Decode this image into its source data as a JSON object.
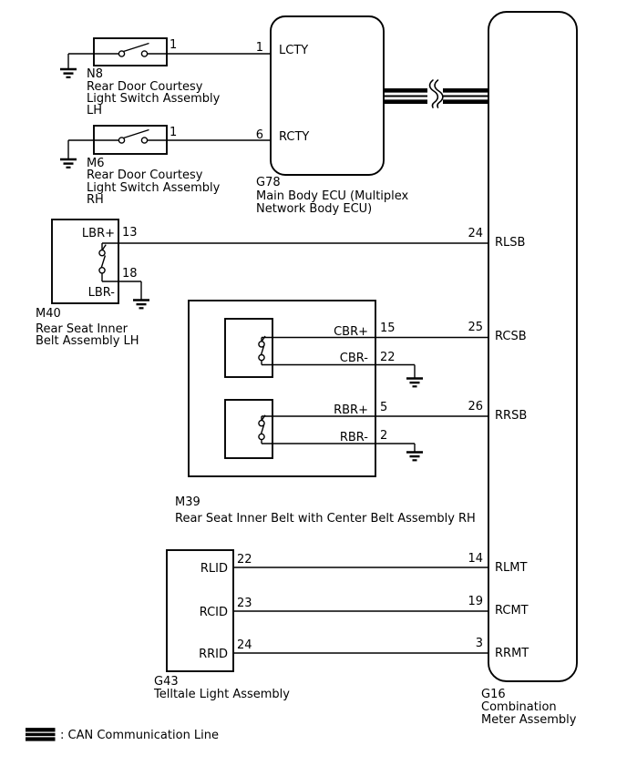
{
  "colors": {
    "line": "#000000",
    "background": "#ffffff"
  },
  "legend": {
    "label": ": CAN Communication Line",
    "symbol": "can-line-icon"
  },
  "components": {
    "n8": {
      "code": "N8",
      "name": [
        "Rear Door Courtesy",
        "Light Switch Assembly",
        "LH"
      ],
      "pin": "1"
    },
    "m6": {
      "code": "M6",
      "name": [
        "Rear Door Courtesy",
        "Light Switch Assembly",
        "RH"
      ],
      "pin": "1"
    },
    "g78": {
      "code": "G78",
      "name": [
        "Main Body ECU (Multiplex",
        "Network Body ECU)"
      ],
      "pins": [
        {
          "num": "1",
          "label": "LCTY"
        },
        {
          "num": "6",
          "label": "RCTY"
        }
      ]
    },
    "m40": {
      "code": "M40",
      "name": [
        "Rear Seat Inner",
        "Belt Assembly LH"
      ],
      "pins": [
        {
          "num": "13",
          "label": "LBR+"
        },
        {
          "num": "18",
          "label": "LBR-"
        }
      ]
    },
    "m39": {
      "code": "M39",
      "name": [
        "Rear Seat Inner Belt with Center Belt Assembly RH"
      ],
      "pins": [
        {
          "num": "15",
          "label": "CBR+"
        },
        {
          "num": "22",
          "label": "CBR-"
        },
        {
          "num": "5",
          "label": "RBR+"
        },
        {
          "num": "2",
          "label": "RBR-"
        }
      ]
    },
    "g43": {
      "code": "G43",
      "name": [
        "Telltale Light Assembly"
      ],
      "pins": [
        {
          "num": "22",
          "label": "RLID"
        },
        {
          "num": "23",
          "label": "RCID"
        },
        {
          "num": "24",
          "label": "RRID"
        }
      ]
    },
    "g16": {
      "code": "G16",
      "name": [
        "Combination",
        "Meter Assembly"
      ],
      "pins": [
        {
          "num": "24",
          "label": "RLSB"
        },
        {
          "num": "25",
          "label": "RCSB"
        },
        {
          "num": "26",
          "label": "RRSB"
        },
        {
          "num": "14",
          "label": "RLMT"
        },
        {
          "num": "19",
          "label": "RCMT"
        },
        {
          "num": "3",
          "label": "RRMT"
        }
      ]
    }
  }
}
